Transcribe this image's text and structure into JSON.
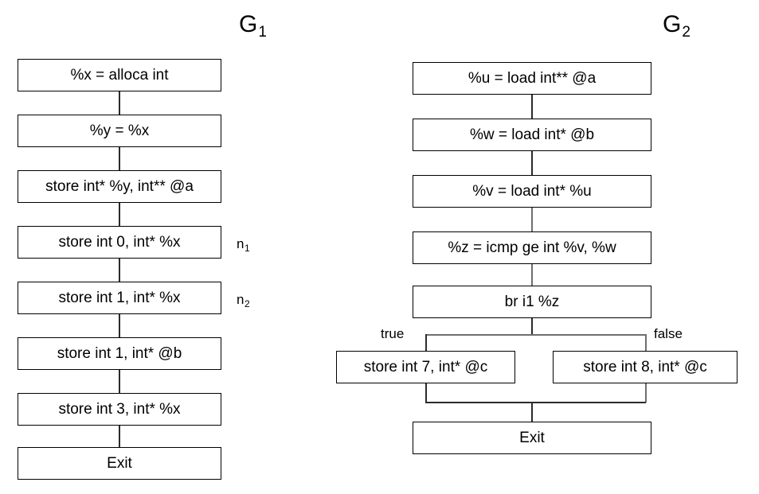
{
  "figure": {
    "type": "control-flow-graph-pair",
    "background_color": "#ffffff",
    "node_border_color": "#000000",
    "edge_color": "#2b2b2b",
    "text_color": "#000000"
  },
  "graphs": [
    {
      "id": "G1",
      "title_letter": "G",
      "title_sub": "1",
      "nodes": [
        {
          "id": "g1n1",
          "label": "%x = alloca int",
          "side_label_letter": "",
          "side_label_sub": ""
        },
        {
          "id": "g1n2",
          "label": "%y = %x",
          "side_label_letter": "",
          "side_label_sub": ""
        },
        {
          "id": "g1n3",
          "label": "store int* %y, int** @a",
          "side_label_letter": "",
          "side_label_sub": ""
        },
        {
          "id": "g1n4",
          "label": "store int 0, int* %x",
          "side_label_letter": "n",
          "side_label_sub": "1"
        },
        {
          "id": "g1n5",
          "label": "store int 1, int* %x",
          "side_label_letter": "n",
          "side_label_sub": "2"
        },
        {
          "id": "g1n6",
          "label": "store int 1, int* @b",
          "side_label_letter": "",
          "side_label_sub": ""
        },
        {
          "id": "g1n7",
          "label": "store int 3, int* %x",
          "side_label_letter": "",
          "side_label_sub": ""
        },
        {
          "id": "g1n8",
          "label": "Exit",
          "side_label_letter": "",
          "side_label_sub": ""
        }
      ]
    },
    {
      "id": "G2",
      "title_letter": "G",
      "title_sub": "2",
      "nodes": [
        {
          "id": "g2n1",
          "label": "%u = load int** @a"
        },
        {
          "id": "g2n2",
          "label": "%w = load int* @b"
        },
        {
          "id": "g2n3",
          "label": "%v = load int* %u"
        },
        {
          "id": "g2n4",
          "label": "%z = icmp ge int %v, %w"
        },
        {
          "id": "g2n5",
          "label": "br i1 %z"
        },
        {
          "id": "g2n6",
          "label": "store int 7, int* @c"
        },
        {
          "id": "g2n7",
          "label": "store int 8, int* @c"
        },
        {
          "id": "g2n8",
          "label": "Exit"
        }
      ],
      "branch_labels": {
        "true": "true",
        "false": "false"
      }
    }
  ]
}
